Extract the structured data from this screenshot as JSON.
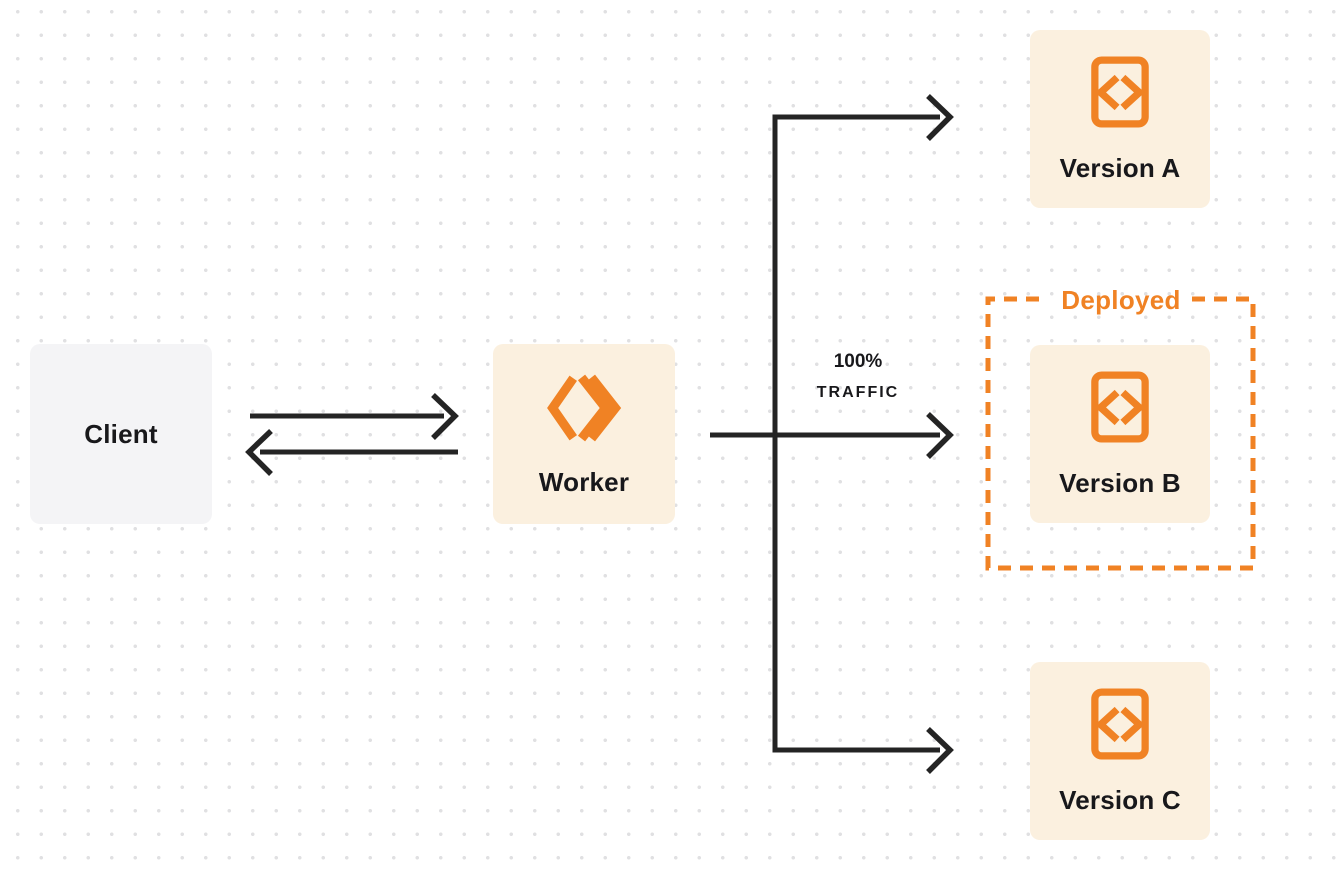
{
  "colors": {
    "orange": "#F08224",
    "cream": "#FBF0DF",
    "box_gray": "#F4F4F6",
    "arrow_dark": "#242424",
    "text_dark": "#18181B",
    "grid_dot": "#E0E0E2",
    "canvas_bg": "#FFFFFF"
  },
  "nodes": {
    "client": {
      "label": "Client"
    },
    "worker": {
      "label": "Worker"
    }
  },
  "versions": [
    {
      "label": "Version A",
      "deployed": false
    },
    {
      "label": "Version B",
      "deployed": true
    },
    {
      "label": "Version C",
      "deployed": false
    }
  ],
  "deployed_box": {
    "label": "Deployed"
  },
  "traffic_label": {
    "line1": "100%",
    "line2": "TRAFFIC"
  },
  "icons": {
    "worker": "cloudflare-workers-logo",
    "version": "code-file-icon"
  }
}
